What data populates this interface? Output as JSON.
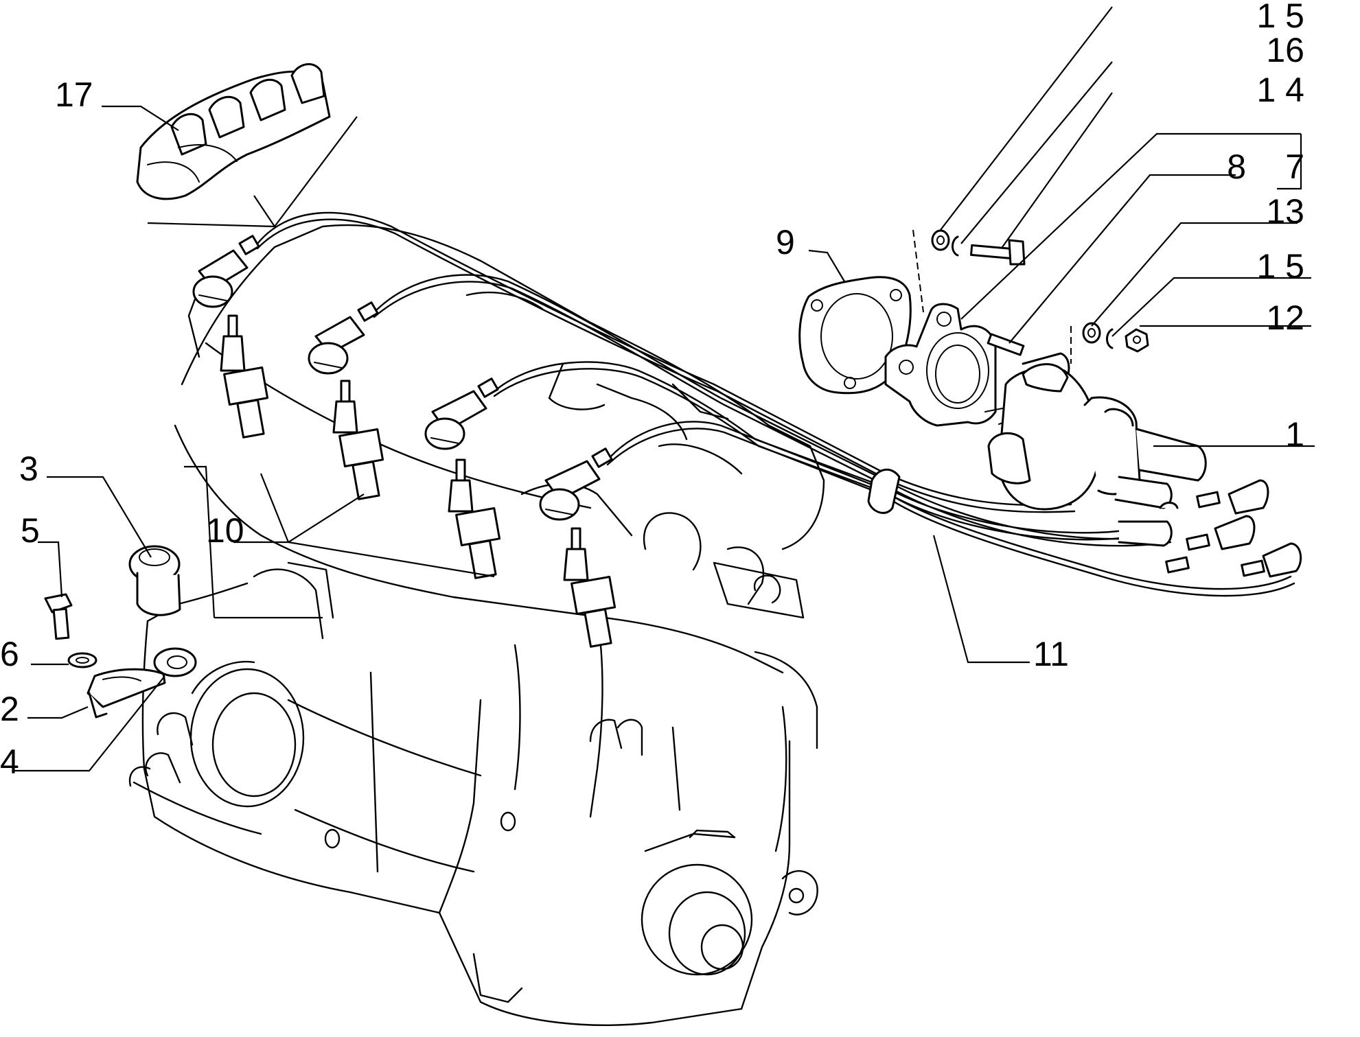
{
  "callouts": [
    {
      "id": "17",
      "text": "17"
    },
    {
      "id": "15a",
      "text": "1 5"
    },
    {
      "id": "16",
      "text": "16"
    },
    {
      "id": "14",
      "text": "1 4"
    },
    {
      "id": "8",
      "text": "8"
    },
    {
      "id": "7",
      "text": "7"
    },
    {
      "id": "13",
      "text": "13"
    },
    {
      "id": "9",
      "text": "9"
    },
    {
      "id": "15b",
      "text": "1 5"
    },
    {
      "id": "12",
      "text": "12"
    },
    {
      "id": "1",
      "text": "1"
    },
    {
      "id": "3",
      "text": "3"
    },
    {
      "id": "5",
      "text": "5"
    },
    {
      "id": "10",
      "text": "10"
    },
    {
      "id": "6",
      "text": "6"
    },
    {
      "id": "2",
      "text": "2"
    },
    {
      "id": "4",
      "text": "4"
    },
    {
      "id": "11",
      "text": "11"
    }
  ]
}
